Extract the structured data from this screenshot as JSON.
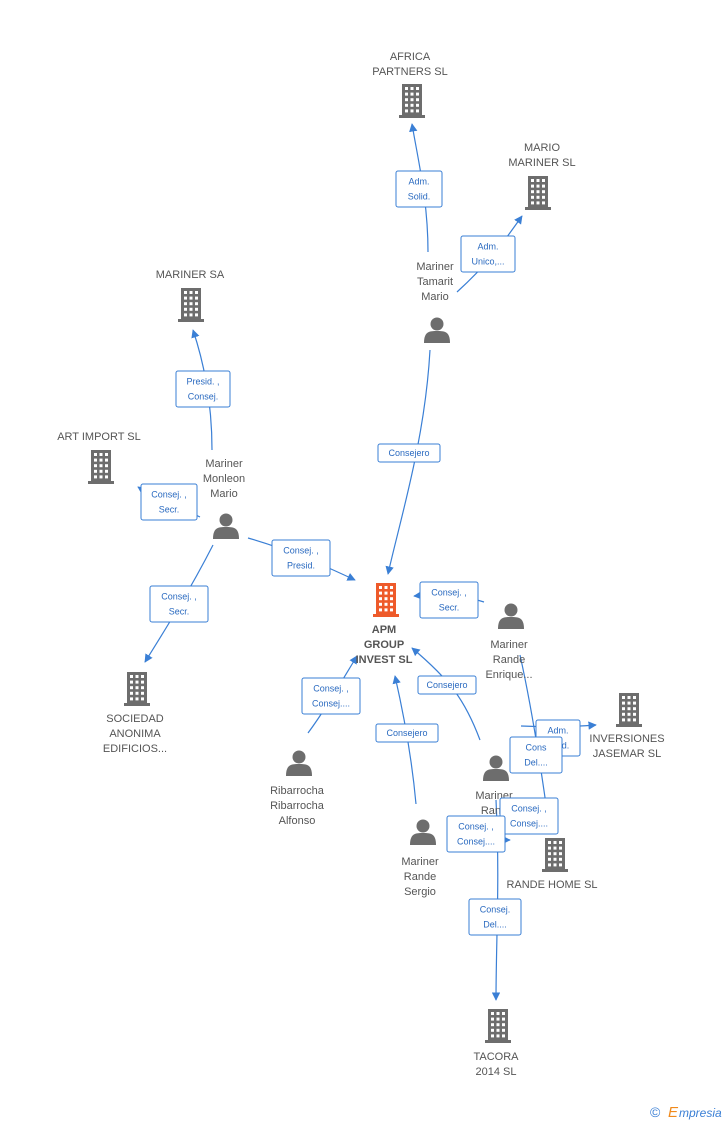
{
  "colors": {
    "edge": "#3a7fd5",
    "building": "#6d6d6d",
    "center_building": "#ee5a2a",
    "person": "#6d6d6d",
    "label": "#555555"
  },
  "nodes": [
    {
      "id": "apm",
      "type": "building-center",
      "lines": [
        "APM",
        "GROUP",
        "INVEST SL"
      ]
    },
    {
      "id": "africa",
      "type": "building",
      "lines": [
        "AFRICA",
        "PARTNERS SL"
      ]
    },
    {
      "id": "mario_mariner",
      "type": "building",
      "lines": [
        "MARIO",
        "MARINER  SL"
      ]
    },
    {
      "id": "tamarit",
      "type": "person",
      "lines": [
        "Mariner",
        "Tamarit",
        "Mario"
      ]
    },
    {
      "id": "mariner_sa",
      "type": "building",
      "lines": [
        "MARINER SA"
      ]
    },
    {
      "id": "art_import",
      "type": "building",
      "lines": [
        "ART IMPORT SL"
      ]
    },
    {
      "id": "monleon",
      "type": "person",
      "lines": [
        "Mariner",
        "Monleon",
        "Mario"
      ]
    },
    {
      "id": "sociedad",
      "type": "building",
      "lines": [
        "SOCIEDAD",
        "ANONIMA",
        "EDIFICIOS..."
      ]
    },
    {
      "id": "enrique",
      "type": "person",
      "lines": [
        "Mariner",
        "Rande",
        "Enrique..."
      ]
    },
    {
      "id": "inversiones",
      "type": "building",
      "lines": [
        "INVERSIONES",
        "JASEMAR  SL"
      ]
    },
    {
      "id": "rande2",
      "type": "person",
      "lines": [
        "Mariner",
        "Rand"
      ]
    },
    {
      "id": "rande_home",
      "type": "building",
      "lines": [
        "RANDE HOME SL"
      ]
    },
    {
      "id": "ribarrocha",
      "type": "person",
      "lines": [
        "Ribarrocha",
        "Ribarrocha",
        "Alfonso"
      ]
    },
    {
      "id": "sergio",
      "type": "person",
      "lines": [
        "Mariner",
        "Rande",
        "Sergio"
      ]
    },
    {
      "id": "tacora",
      "type": "building",
      "lines": [
        "TACORA",
        "2014  SL"
      ]
    }
  ],
  "edges": [
    {
      "id": "e1",
      "lines": [
        "Adm.",
        "Solid."
      ]
    },
    {
      "id": "e2",
      "lines": [
        "Adm.",
        "Unico,..."
      ]
    },
    {
      "id": "e3",
      "lines": [
        "Consejero"
      ]
    },
    {
      "id": "e4",
      "lines": [
        "Presid. ,",
        "Consej."
      ]
    },
    {
      "id": "e5",
      "lines": [
        "Consej. ,",
        "Secr."
      ]
    },
    {
      "id": "e6",
      "lines": [
        "Consej. ,",
        "Presid."
      ]
    },
    {
      "id": "e7",
      "lines": [
        "Consej. ,",
        "Secr."
      ]
    },
    {
      "id": "e8",
      "lines": [
        "Consej. ,",
        "Secr."
      ]
    },
    {
      "id": "e9",
      "lines": [
        "Consejero"
      ]
    },
    {
      "id": "e10",
      "lines": [
        "Consejero"
      ]
    },
    {
      "id": "e11",
      "lines": [
        "Consej. ,",
        "Consej...."
      ]
    },
    {
      "id": "e12",
      "lines": [
        "Adm.",
        "Solid."
      ]
    },
    {
      "id": "e13",
      "lines": [
        "Cons",
        "Del...."
      ]
    },
    {
      "id": "e14",
      "lines": [
        "Consej. ,",
        "Consej...."
      ]
    },
    {
      "id": "e15",
      "lines": [
        "Consej. ,",
        "Consej...."
      ]
    },
    {
      "id": "e16",
      "lines": [
        "Consej.",
        "Del...."
      ]
    }
  ],
  "footer": {
    "copyright_symbol": "©",
    "brand_initial": "E",
    "brand_rest": "mpresia"
  }
}
